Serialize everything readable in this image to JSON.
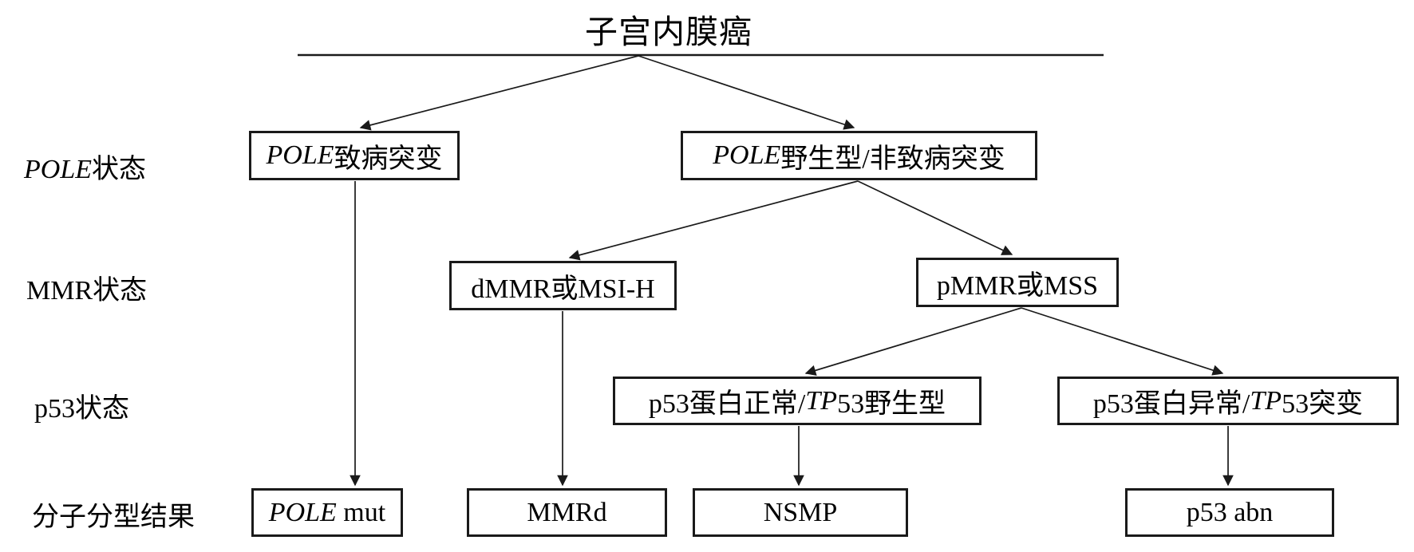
{
  "diagram": {
    "title": "子宫内膜癌",
    "rows": [
      {
        "id": "pole_status",
        "label_em": "POLE",
        "label_rest": "状态"
      },
      {
        "id": "mmr_status",
        "label_em": "",
        "label_rest": "MMR状态"
      },
      {
        "id": "p53_status",
        "label_em": "",
        "label_rest": "p53状态"
      },
      {
        "id": "result",
        "label_em": "",
        "label_rest": "分子分型结果"
      }
    ],
    "nodes": {
      "pole_pathogenic": {
        "pre": "",
        "em": "POLE",
        "post": "致病突变"
      },
      "pole_wildtype": {
        "pre": "",
        "em": "POLE",
        "post": "野生型/非致病突变"
      },
      "dmmr_msih": {
        "pre": "dMMR或MSI-H",
        "em": "",
        "post": ""
      },
      "pmmr_mss": {
        "pre": "pMMR或MSS",
        "em": "",
        "post": ""
      },
      "p53_normal": {
        "pre": "p53蛋白正常/",
        "em": "TP",
        "post": "53野生型"
      },
      "p53_abnormal": {
        "pre": "p53蛋白异常/",
        "em": "TP",
        "post": "53突变"
      },
      "pole_mut": {
        "pre": "",
        "em": "POLE",
        "post": " mut"
      },
      "mmrd": {
        "pre": "MMRd",
        "em": "",
        "post": ""
      },
      "nsmp": {
        "pre": "NSMP",
        "em": "",
        "post": ""
      },
      "p53_abn": {
        "pre": "p53 abn",
        "em": "",
        "post": ""
      }
    },
    "edges": [
      {
        "from": "root",
        "to": "pole_pathogenic"
      },
      {
        "from": "root",
        "to": "pole_wildtype"
      },
      {
        "from": "pole_pathogenic",
        "to": "pole_mut"
      },
      {
        "from": "pole_wildtype",
        "to": "dmmr_msih"
      },
      {
        "from": "pole_wildtype",
        "to": "pmmr_mss"
      },
      {
        "from": "dmmr_msih",
        "to": "mmrd"
      },
      {
        "from": "pmmr_mss",
        "to": "p53_normal"
      },
      {
        "from": "pmmr_mss",
        "to": "p53_abnormal"
      },
      {
        "from": "p53_normal",
        "to": "nsmp"
      },
      {
        "from": "p53_abnormal",
        "to": "p53_abn"
      }
    ],
    "colors": {
      "ink": "#1a1a1a",
      "background": "#ffffff"
    }
  }
}
